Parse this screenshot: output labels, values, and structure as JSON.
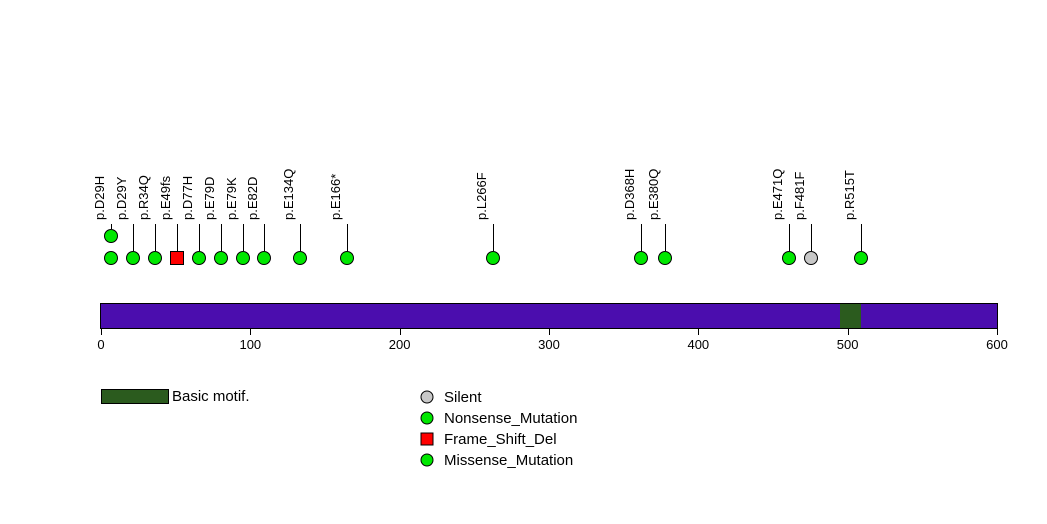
{
  "chart_data": {
    "type": "lollipop",
    "title": "",
    "xlabel": "",
    "ylabel": "",
    "axis": {
      "min": 0,
      "max": 600,
      "ticks": [
        0,
        100,
        200,
        300,
        400,
        500,
        600
      ],
      "tick_labels": [
        "0",
        "100",
        "200",
        "300",
        "400",
        "500",
        "600"
      ]
    },
    "protein": {
      "length": 600,
      "color": "#4B0DAE",
      "domains": [
        {
          "name": "Basic motif.",
          "start": 495,
          "end": 509,
          "color": "#2B5B1E"
        }
      ]
    },
    "mutations": [
      {
        "label": "p.D29H",
        "position": 29,
        "count": 2,
        "type": "Missense_Mutation",
        "shape": "circle",
        "color": "#00E800"
      },
      {
        "label": "p.D29Y",
        "position": 29,
        "count": 1,
        "type": "Missense_Mutation",
        "shape": "circle",
        "color": "#00E800"
      },
      {
        "label": "p.R34Q",
        "position": 34,
        "count": 1,
        "type": "Missense_Mutation",
        "shape": "circle",
        "color": "#00E800"
      },
      {
        "label": "p.E49fs",
        "position": 49,
        "count": 1,
        "type": "Frame_Shift_Del",
        "shape": "square",
        "color": "#FF0000"
      },
      {
        "label": "p.D77H",
        "position": 77,
        "count": 1,
        "type": "Missense_Mutation",
        "shape": "circle",
        "color": "#00E800"
      },
      {
        "label": "p.E79D",
        "position": 79,
        "count": 1,
        "type": "Missense_Mutation",
        "shape": "circle",
        "color": "#00E800"
      },
      {
        "label": "p.E79K",
        "position": 79,
        "count": 1,
        "type": "Missense_Mutation",
        "shape": "circle",
        "color": "#00E800"
      },
      {
        "label": "p.E82D",
        "position": 82,
        "count": 1,
        "type": "Missense_Mutation",
        "shape": "circle",
        "color": "#00E800"
      },
      {
        "label": "p.E134Q",
        "position": 134,
        "count": 1,
        "type": "Missense_Mutation",
        "shape": "circle",
        "color": "#00E800"
      },
      {
        "label": "p.E166*",
        "position": 166,
        "count": 1,
        "type": "Nonsense_Mutation",
        "shape": "circle",
        "color": "#00E800"
      },
      {
        "label": "p.L266F",
        "position": 266,
        "count": 1,
        "type": "Missense_Mutation",
        "shape": "circle",
        "color": "#00E800"
      },
      {
        "label": "p.D368H",
        "position": 368,
        "count": 1,
        "type": "Missense_Mutation",
        "shape": "circle",
        "color": "#00E800"
      },
      {
        "label": "p.E380Q",
        "position": 380,
        "count": 1,
        "type": "Missense_Mutation",
        "shape": "circle",
        "color": "#00E800"
      },
      {
        "label": "p.E471Q",
        "position": 471,
        "count": 1,
        "type": "Missense_Mutation",
        "shape": "circle",
        "color": "#00E800"
      },
      {
        "label": "p.F481F",
        "position": 481,
        "count": 1,
        "type": "Silent",
        "shape": "circle",
        "color": "#C8C8C8"
      },
      {
        "label": "p.R515T",
        "position": 515,
        "count": 1,
        "type": "Missense_Mutation",
        "shape": "circle",
        "color": "#00E800"
      }
    ],
    "legend": {
      "domain_entries": [
        {
          "label": "Basic motif.",
          "color": "#2B5B1E",
          "shape": "rect"
        }
      ],
      "mutation_entries": [
        {
          "label": "Silent",
          "color": "#C8C8C8",
          "shape": "circle"
        },
        {
          "label": "Nonsense_Mutation",
          "color": "#00E800",
          "shape": "circle"
        },
        {
          "label": "Frame_Shift_Del",
          "color": "#FF0000",
          "shape": "square"
        },
        {
          "label": "Missense_Mutation",
          "color": "#00E800",
          "shape": "circle"
        }
      ]
    }
  }
}
